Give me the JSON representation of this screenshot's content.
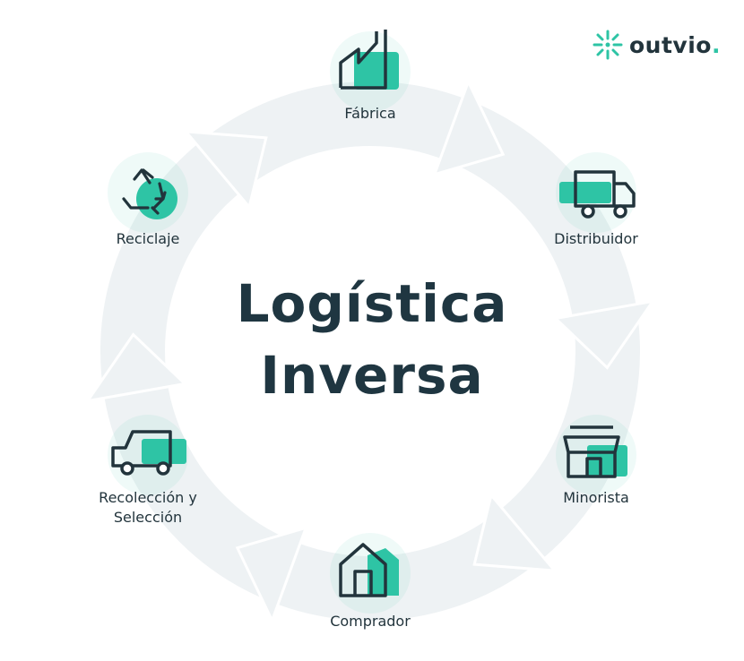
{
  "title": {
    "line1": "Logística",
    "line2": "Inversa"
  },
  "logo": {
    "text": "outvio",
    "dot": "."
  },
  "colors": {
    "ring": "#eef2f4",
    "accent": "#2ec4a5",
    "dark": "#22343c"
  },
  "nodes": [
    {
      "label": "Fábrica",
      "icon": "factory-icon"
    },
    {
      "label": "Distribuidor",
      "icon": "truck-icon"
    },
    {
      "label": "Minorista",
      "icon": "store-icon"
    },
    {
      "label": "Comprador",
      "icon": "house-icon"
    },
    {
      "label": "Recolección y Selección",
      "icon": "pickup-truck-icon"
    },
    {
      "label": "Reciclaje",
      "icon": "recycle-icon"
    }
  ]
}
